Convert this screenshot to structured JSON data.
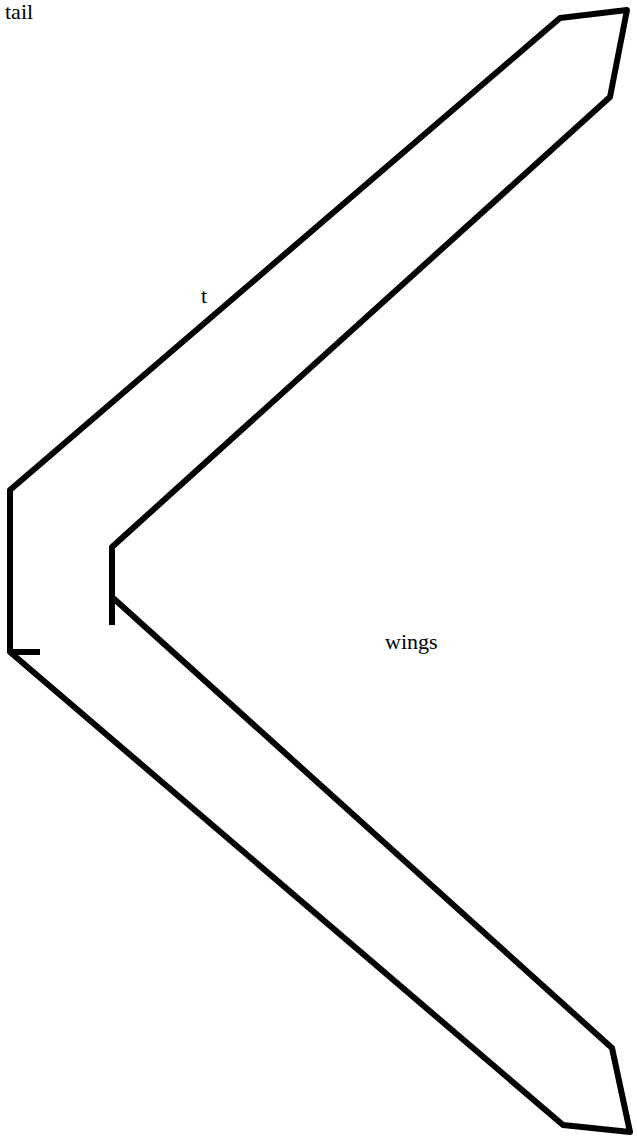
{
  "diagram": {
    "labels": [
      "tail",
      "t",
      "wings"
    ]
  }
}
